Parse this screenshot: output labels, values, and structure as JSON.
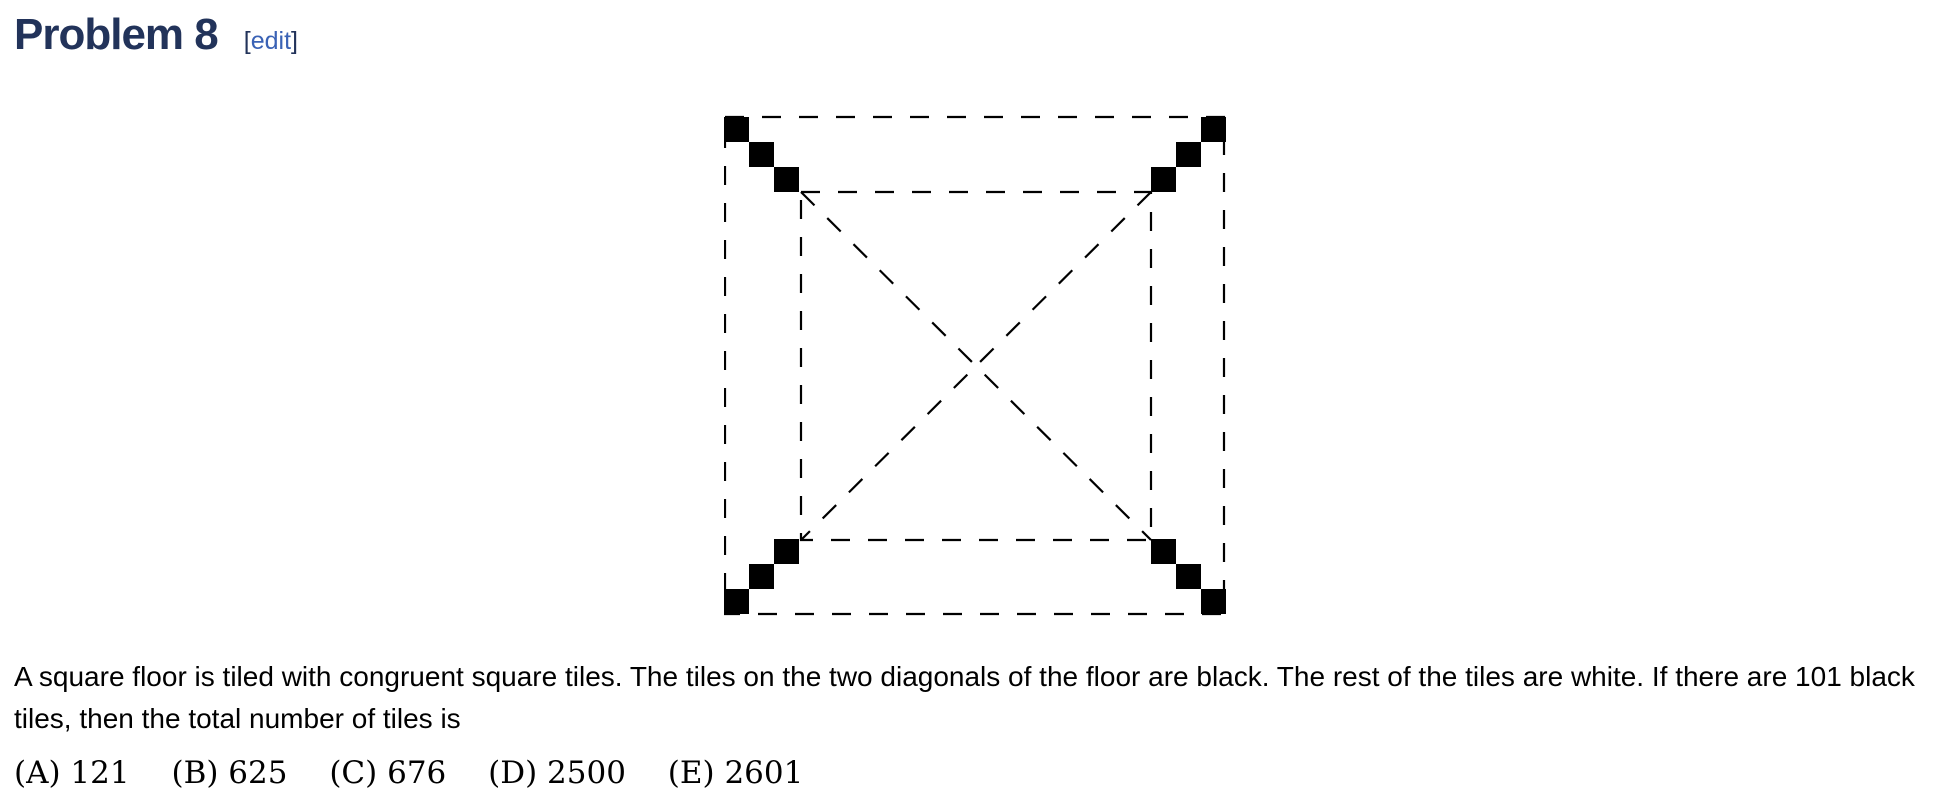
{
  "heading": {
    "title": "Problem 8",
    "edit_open": "[",
    "edit_label": "edit",
    "edit_close": "]"
  },
  "figure": {
    "description_elements": [
      "outer-dashed-square",
      "inner-dashed-square",
      "dashed-diagonals",
      "black-diagonal-tiles"
    ],
    "line_color": "#000000",
    "tile_color": "#000000"
  },
  "problem": {
    "text": "A square floor is tiled with congruent square tiles. The tiles on the two diagonals of the floor are black. The rest of the tiles are white. If there are 101 black tiles, then the total number of tiles is"
  },
  "choices": [
    {
      "label": "(A) 121"
    },
    {
      "label": "(B) 625"
    },
    {
      "label": "(C) 676"
    },
    {
      "label": "(D) 2500"
    },
    {
      "label": "(E) 2601"
    }
  ]
}
